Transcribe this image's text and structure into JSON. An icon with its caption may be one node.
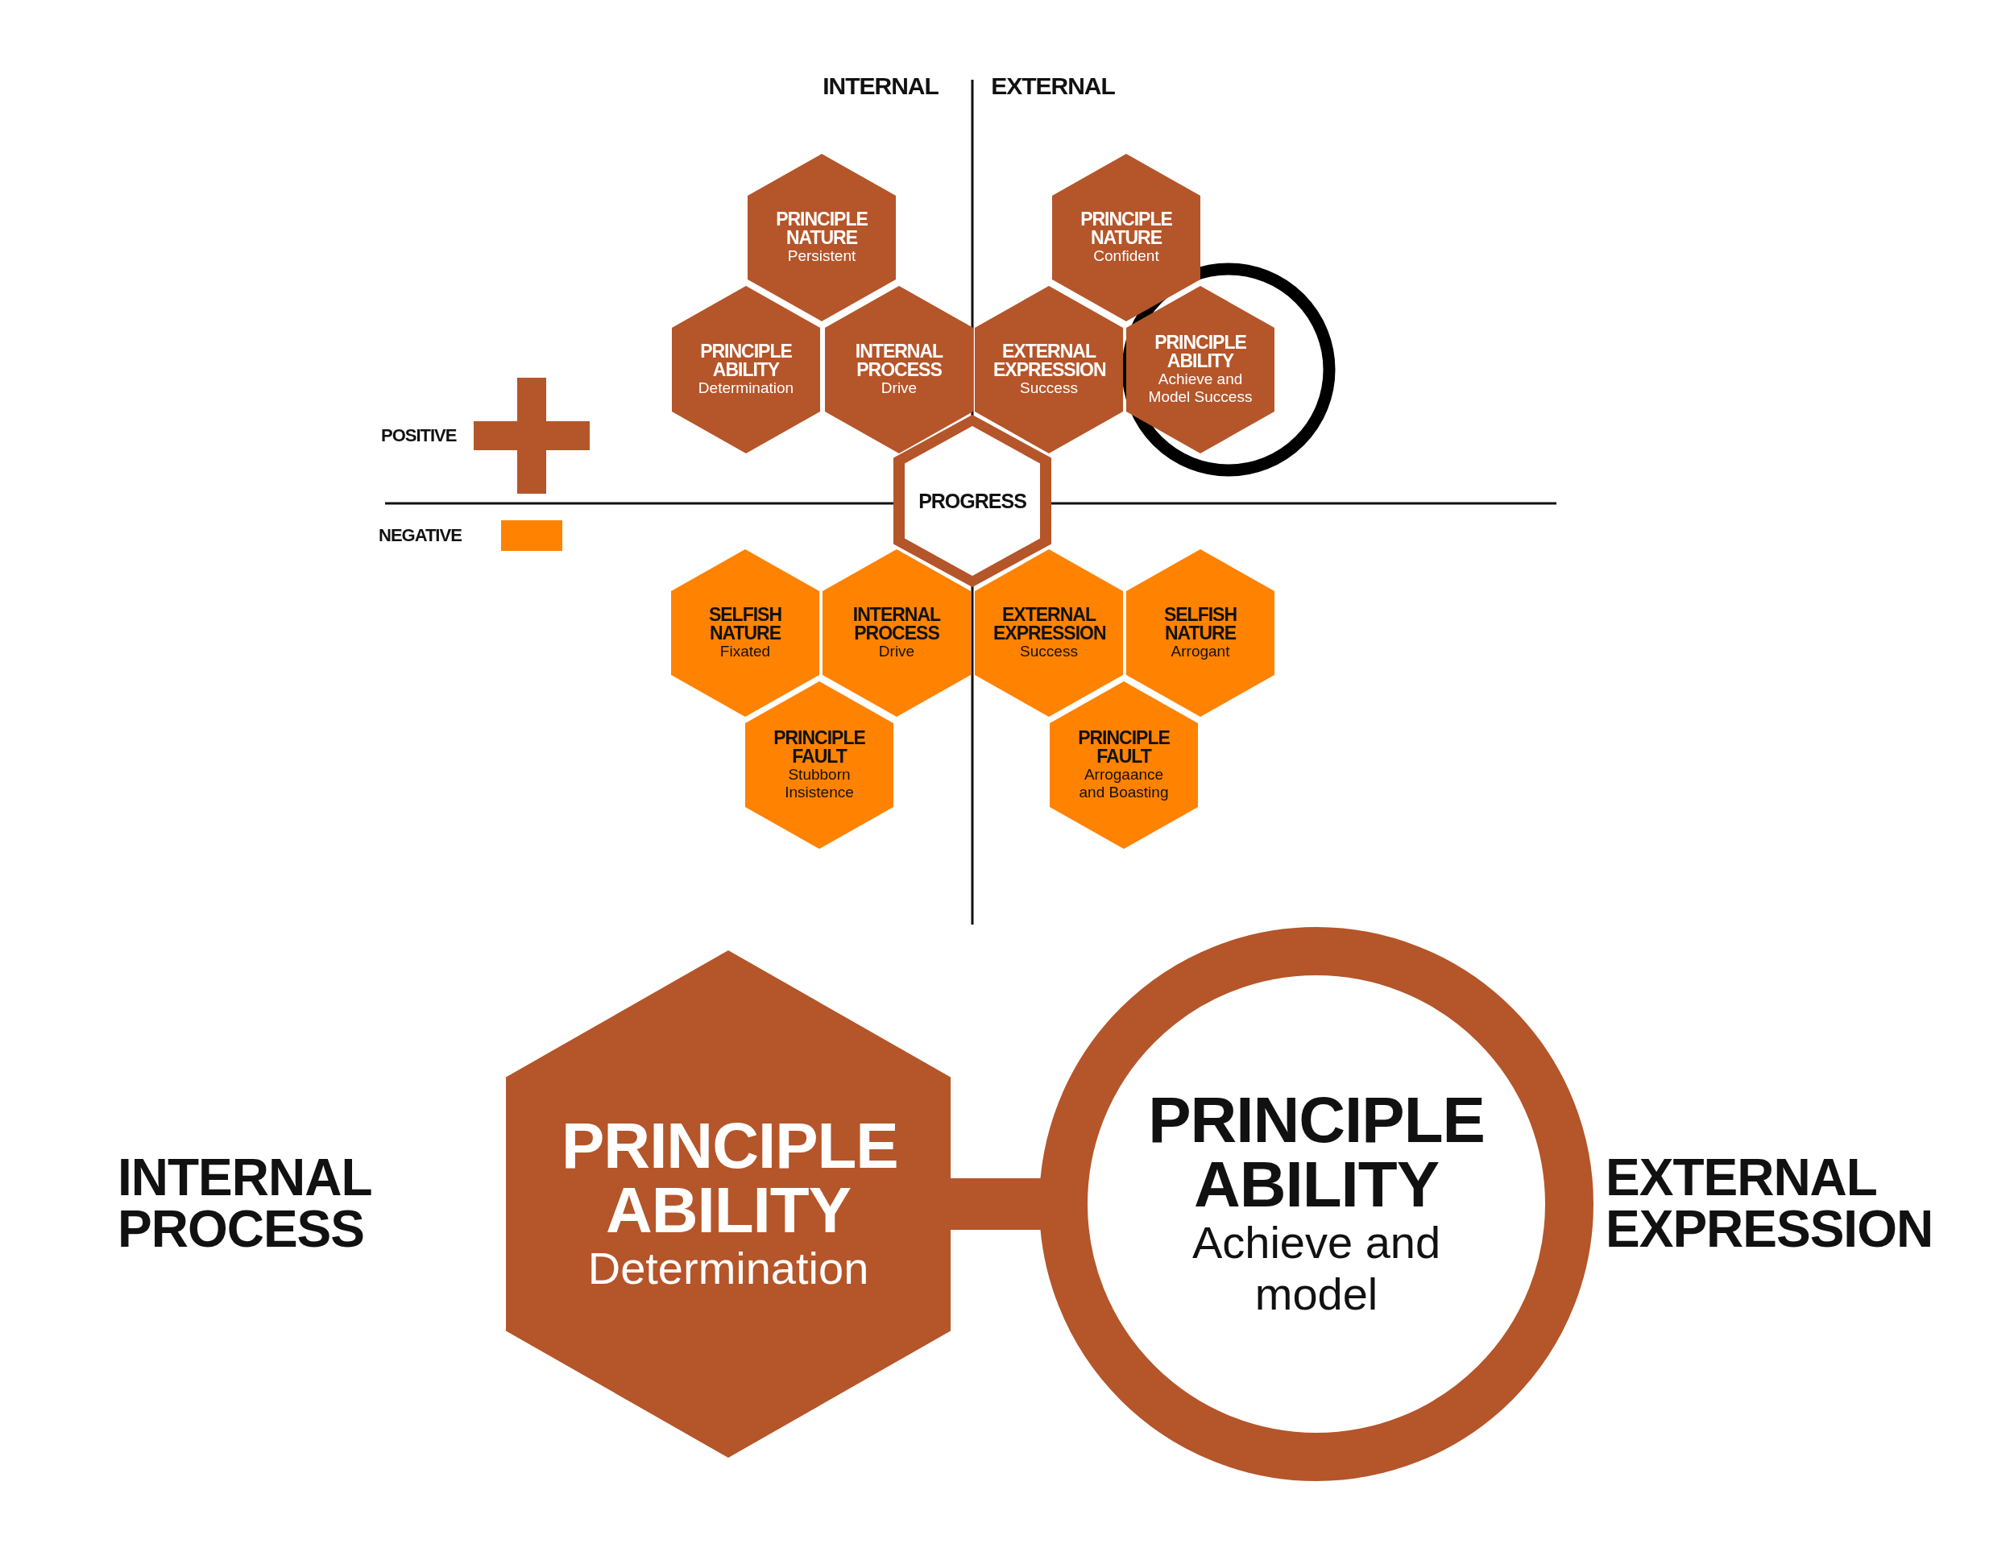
{
  "diagram": {
    "nodes": [
      {
        "text": [
          "PRINCIPLE NATURE",
          "Persistent"
        ]
      },
      {
        "text": [
          "PRINCIPLE NATURE",
          "Confident"
        ]
      },
      {
        "text": [
          "PRINCIPLE ABILITY",
          "Determination"
        ]
      },
      {
        "text": [
          "INTERNAL PROCESS",
          "Drive"
        ]
      },
      {
        "text": [
          "EXTERNAL EXPRESSION",
          "Success"
        ]
      },
      {
        "text": [
          "PRINCIPLE ABILITY",
          "Achieve and Model Success"
        ]
      },
      {
        "text": [
          "PROGRESS"
        ]
      },
      {
        "text": [
          "SELFISH NATURE",
          "Fixated"
        ]
      },
      {
        "text": [
          "INTERNAL PROCESS",
          "Drive"
        ]
      },
      {
        "text": [
          "EXTERNAL EXPRESSION",
          "Success"
        ]
      },
      {
        "text": [
          "SELFISH NATURE",
          "Arrogant"
        ]
      },
      {
        "text": [
          "PRINCIPLE FAULT",
          "Stubborn Insistence"
        ]
      },
      {
        "text": [
          "PRINCIPLE FAULT",
          "Arrogaance and Boasting"
        ]
      },
      {
        "text": [
          "PRINCIPLE ABILITY",
          "Determination"
        ]
      },
      {
        "text": [
          "PRINCIPLE ABILITY",
          "Achieve and model"
        ]
      }
    ],
    "edges": [
      {
        "from": 13,
        "to": 14,
        "arrow": "none"
      }
    ],
    "labels": [
      "INTERNAL",
      "EXTERNAL",
      "INTERNAL PROCESS",
      "EXTERNAL EXPRESSION"
    ],
    "legend": [
      {
        "text": "POSITIVE"
      },
      {
        "text": "NEGATIVE",
        "color": "#ff8200"
      }
    ]
  }
}
